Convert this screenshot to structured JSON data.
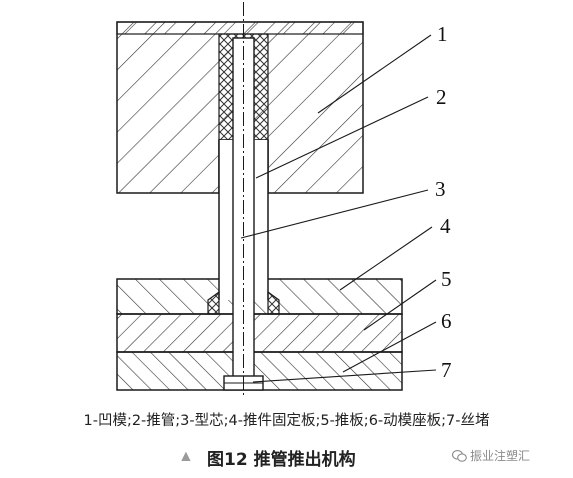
{
  "callouts": [
    "1",
    "2",
    "3",
    "4",
    "5",
    "6",
    "7"
  ],
  "legend": "1-凹模;2-推管;3-型芯;4-推件固定板;5-推板;6-动模座板;7-丝堵",
  "caption": {
    "marker": "▲",
    "title": "图12 推管推出机构"
  },
  "watermark": {
    "icon": "wechat-icon",
    "text": "振业注塑汇"
  },
  "colors": {
    "line": "#1a1a1a",
    "hatch": "#333333",
    "marker": "#9a9a9a"
  }
}
